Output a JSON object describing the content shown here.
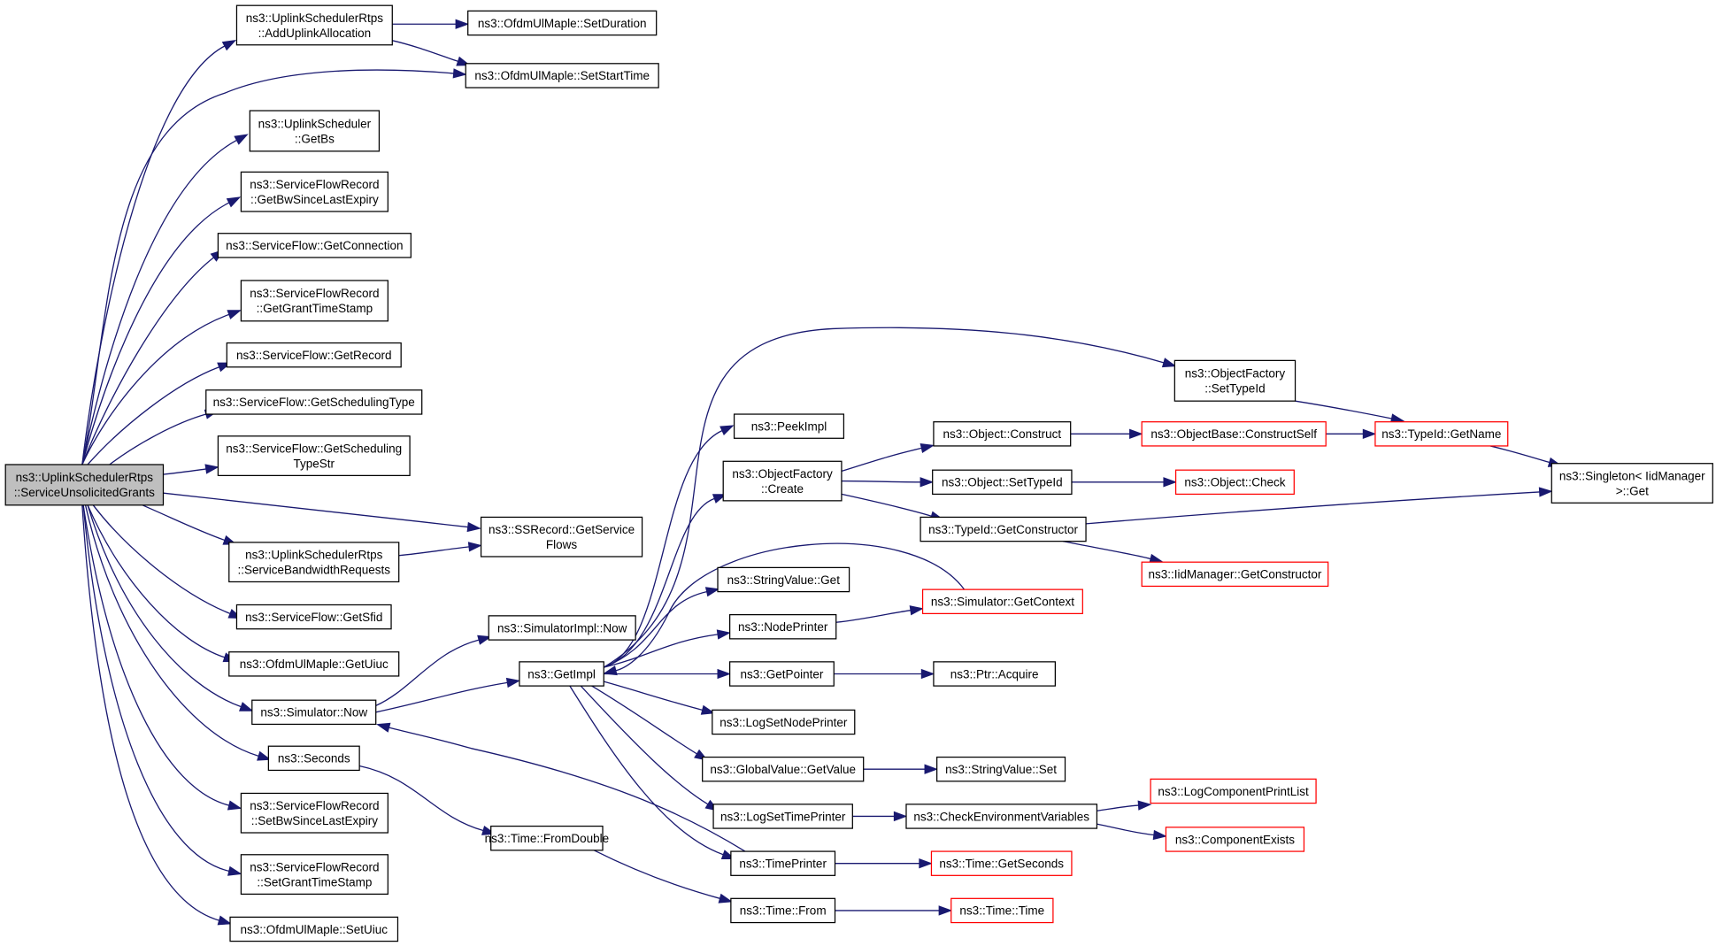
{
  "graph": {
    "edge_color": "#191970",
    "truncated_border_color": "#ff0000",
    "root_fill": "#bfbfbf",
    "nodes": [
      {
        "id": "root",
        "lines": [
          "ns3::UplinkSchedulerRtps",
          "::ServiceUnsolicitedGrants"
        ],
        "root": true
      },
      {
        "id": "addUplink",
        "lines": [
          "ns3::UplinkSchedulerRtps",
          "::AddUplinkAllocation"
        ]
      },
      {
        "id": "setDuration",
        "lines": [
          "ns3::OfdmUlMaple::SetDuration"
        ]
      },
      {
        "id": "setStartTime",
        "lines": [
          "ns3::OfdmUlMaple::SetStartTime"
        ]
      },
      {
        "id": "getBs",
        "lines": [
          "ns3::UplinkScheduler",
          "::GetBs"
        ]
      },
      {
        "id": "getBwSince",
        "lines": [
          "ns3::ServiceFlowRecord",
          "::GetBwSinceLastExpiry"
        ]
      },
      {
        "id": "getConnection",
        "lines": [
          "ns3::ServiceFlow::GetConnection"
        ]
      },
      {
        "id": "getGrantTS",
        "lines": [
          "ns3::ServiceFlowRecord",
          "::GetGrantTimeStamp"
        ]
      },
      {
        "id": "getRecord",
        "lines": [
          "ns3::ServiceFlow::GetRecord"
        ]
      },
      {
        "id": "getSchedType",
        "lines": [
          "ns3::ServiceFlow::GetSchedulingType"
        ]
      },
      {
        "id": "getSchedTypeStr",
        "lines": [
          "ns3::ServiceFlow::GetScheduling",
          "TypeStr"
        ]
      },
      {
        "id": "getServiceFlows",
        "lines": [
          "ns3::SSRecord::GetService",
          "Flows"
        ]
      },
      {
        "id": "serviceBw",
        "lines": [
          "ns3::UplinkSchedulerRtps",
          "::ServiceBandwidthRequests"
        ]
      },
      {
        "id": "getSfid",
        "lines": [
          "ns3::ServiceFlow::GetSfid"
        ]
      },
      {
        "id": "getUiuc",
        "lines": [
          "ns3::OfdmUlMaple::GetUiuc"
        ]
      },
      {
        "id": "simNow",
        "lines": [
          "ns3::Simulator::Now"
        ]
      },
      {
        "id": "seconds",
        "lines": [
          "ns3::Seconds"
        ]
      },
      {
        "id": "setBwSince",
        "lines": [
          "ns3::ServiceFlowRecord",
          "::SetBwSinceLastExpiry"
        ]
      },
      {
        "id": "setGrantTS",
        "lines": [
          "ns3::ServiceFlowRecord",
          "::SetGrantTimeStamp"
        ]
      },
      {
        "id": "setUiuc",
        "lines": [
          "ns3::OfdmUlMaple::SetUiuc"
        ]
      },
      {
        "id": "simImplNow",
        "lines": [
          "ns3::SimulatorImpl::Now"
        ]
      },
      {
        "id": "getImpl",
        "lines": [
          "ns3::GetImpl"
        ]
      },
      {
        "id": "fromDouble",
        "lines": [
          "ns3::Time::FromDouble"
        ]
      },
      {
        "id": "peekImpl",
        "lines": [
          "ns3::PeekImpl"
        ]
      },
      {
        "id": "ofCreate",
        "lines": [
          "ns3::ObjectFactory",
          "::Create"
        ]
      },
      {
        "id": "strValGet",
        "lines": [
          "ns3::StringValue::Get"
        ]
      },
      {
        "id": "nodePrinter",
        "lines": [
          "ns3::NodePrinter"
        ]
      },
      {
        "id": "getPointer",
        "lines": [
          "ns3::GetPointer"
        ]
      },
      {
        "id": "logSetNode",
        "lines": [
          "ns3::LogSetNodePrinter"
        ]
      },
      {
        "id": "gvGetValue",
        "lines": [
          "ns3::GlobalValue::GetValue"
        ]
      },
      {
        "id": "logSetTime",
        "lines": [
          "ns3::LogSetTimePrinter"
        ]
      },
      {
        "id": "timePrinter",
        "lines": [
          "ns3::TimePrinter"
        ]
      },
      {
        "id": "timeFrom",
        "lines": [
          "ns3::Time::From"
        ]
      },
      {
        "id": "ofSetTypeId",
        "lines": [
          "ns3::ObjectFactory",
          "::SetTypeId"
        ]
      },
      {
        "id": "objConstruct",
        "lines": [
          "ns3::Object::Construct"
        ]
      },
      {
        "id": "objSetTypeId",
        "lines": [
          "ns3::Object::SetTypeId"
        ]
      },
      {
        "id": "typeIdGetCtor",
        "lines": [
          "ns3::TypeId::GetConstructor"
        ]
      },
      {
        "id": "simGetContext",
        "lines": [
          "ns3::Simulator::GetContext"
        ],
        "truncated": true
      },
      {
        "id": "ptrAcquire",
        "lines": [
          "ns3::Ptr::Acquire"
        ]
      },
      {
        "id": "strValSet",
        "lines": [
          "ns3::StringValue::Set"
        ]
      },
      {
        "id": "checkEnv",
        "lines": [
          "ns3::CheckEnvironmentVariables"
        ]
      },
      {
        "id": "timeGetSeconds",
        "lines": [
          "ns3::Time::GetSeconds"
        ],
        "truncated": true
      },
      {
        "id": "timeTime",
        "lines": [
          "ns3::Time::Time"
        ],
        "truncated": true
      },
      {
        "id": "objBaseConstructSelf",
        "lines": [
          "ns3::ObjectBase::ConstructSelf"
        ],
        "truncated": true
      },
      {
        "id": "objCheck",
        "lines": [
          "ns3::Object::Check"
        ],
        "truncated": true
      },
      {
        "id": "iidGetCtor",
        "lines": [
          "ns3::IidManager::GetConstructor"
        ],
        "truncated": true
      },
      {
        "id": "typeIdGetName",
        "lines": [
          "ns3::TypeId::GetName"
        ],
        "truncated": true
      },
      {
        "id": "logCompPrint",
        "lines": [
          "ns3::LogComponentPrintList"
        ],
        "truncated": true
      },
      {
        "id": "compExists",
        "lines": [
          "ns3::ComponentExists"
        ],
        "truncated": true
      },
      {
        "id": "singletonGet",
        "lines": [
          "ns3::Singleton< IidManager",
          " >::Get"
        ]
      }
    ],
    "edges": [
      [
        "root",
        "addUplink"
      ],
      [
        "root",
        "setStartTime"
      ],
      [
        "root",
        "getBs"
      ],
      [
        "root",
        "getBwSince"
      ],
      [
        "root",
        "getConnection"
      ],
      [
        "root",
        "getGrantTS"
      ],
      [
        "root",
        "getRecord"
      ],
      [
        "root",
        "getSchedType"
      ],
      [
        "root",
        "getSchedTypeStr"
      ],
      [
        "root",
        "getServiceFlows"
      ],
      [
        "root",
        "serviceBw"
      ],
      [
        "root",
        "getSfid"
      ],
      [
        "root",
        "getUiuc"
      ],
      [
        "root",
        "simNow"
      ],
      [
        "root",
        "seconds"
      ],
      [
        "root",
        "setBwSince"
      ],
      [
        "root",
        "setGrantTS"
      ],
      [
        "root",
        "setUiuc"
      ],
      [
        "addUplink",
        "setDuration"
      ],
      [
        "addUplink",
        "setStartTime"
      ],
      [
        "serviceBw",
        "getServiceFlows"
      ],
      [
        "simNow",
        "simImplNow"
      ],
      [
        "simNow",
        "getImpl"
      ],
      [
        "seconds",
        "fromDouble"
      ],
      [
        "fromDouble",
        "timeFrom"
      ],
      [
        "getImpl",
        "peekImpl"
      ],
      [
        "getImpl",
        "ofCreate"
      ],
      [
        "getImpl",
        "strValGet"
      ],
      [
        "getImpl",
        "nodePrinter"
      ],
      [
        "getImpl",
        "getPointer"
      ],
      [
        "getImpl",
        "logSetNode"
      ],
      [
        "getImpl",
        "gvGetValue"
      ],
      [
        "getImpl",
        "logSetTime"
      ],
      [
        "getImpl",
        "timePrinter"
      ],
      [
        "getImpl",
        "ofSetTypeId"
      ],
      [
        "ofCreate",
        "objConstruct"
      ],
      [
        "ofCreate",
        "objSetTypeId"
      ],
      [
        "ofCreate",
        "typeIdGetCtor"
      ],
      [
        "nodePrinter",
        "simGetContext"
      ],
      [
        "simGetContext",
        "getImpl"
      ],
      [
        "getPointer",
        "ptrAcquire"
      ],
      [
        "gvGetValue",
        "strValSet"
      ],
      [
        "logSetTime",
        "checkEnv"
      ],
      [
        "timePrinter",
        "simNow"
      ],
      [
        "timePrinter",
        "timeGetSeconds"
      ],
      [
        "timeFrom",
        "timeTime"
      ],
      [
        "ofSetTypeId",
        "typeIdGetName"
      ],
      [
        "objConstruct",
        "objBaseConstructSelf"
      ],
      [
        "objBaseConstructSelf",
        "typeIdGetName"
      ],
      [
        "objSetTypeId",
        "objCheck"
      ],
      [
        "typeIdGetCtor",
        "iidGetCtor"
      ],
      [
        "typeIdGetCtor",
        "singletonGet"
      ],
      [
        "typeIdGetName",
        "singletonGet"
      ],
      [
        "checkEnv",
        "logCompPrint"
      ],
      [
        "checkEnv",
        "compExists"
      ]
    ]
  }
}
